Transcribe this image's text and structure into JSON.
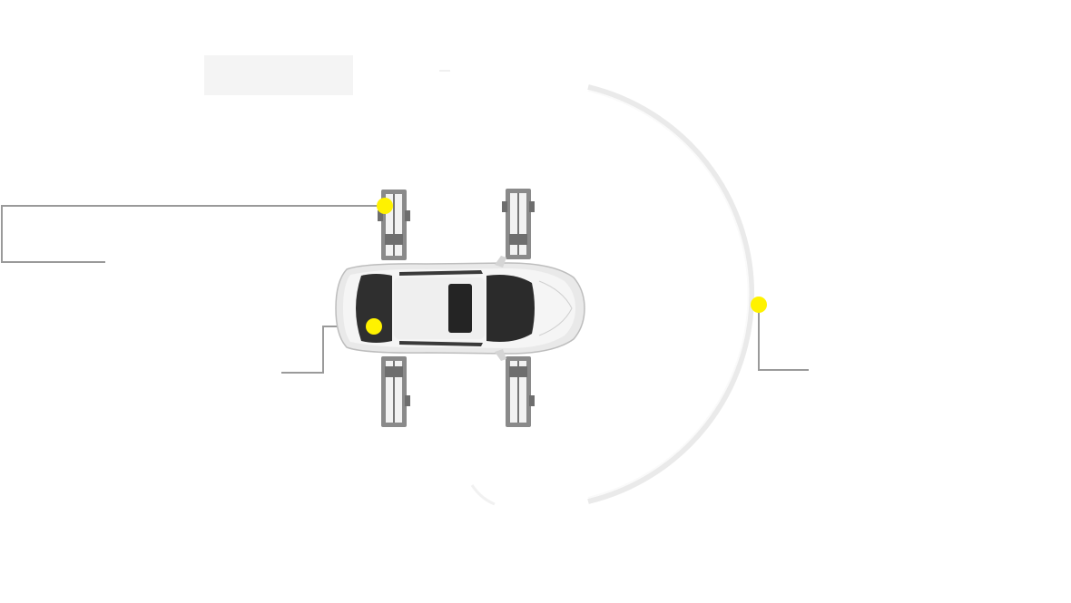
{
  "title_box": {
    "label": ""
  },
  "colors": {
    "hotspot": "#fff200",
    "leader_line": "#9a9a9a",
    "arc": "#e9e9e9",
    "car_body": "#e6e6e6",
    "car_glass": "#2b2b2b",
    "lift": "#7a7a7a"
  },
  "hotspots": [
    {
      "id": "lift-front-left"
    },
    {
      "id": "vehicle-cabin"
    },
    {
      "id": "arc-edge"
    }
  ],
  "icons": {
    "car": "car-top-view-icon",
    "lift": "lift-post-icon"
  }
}
